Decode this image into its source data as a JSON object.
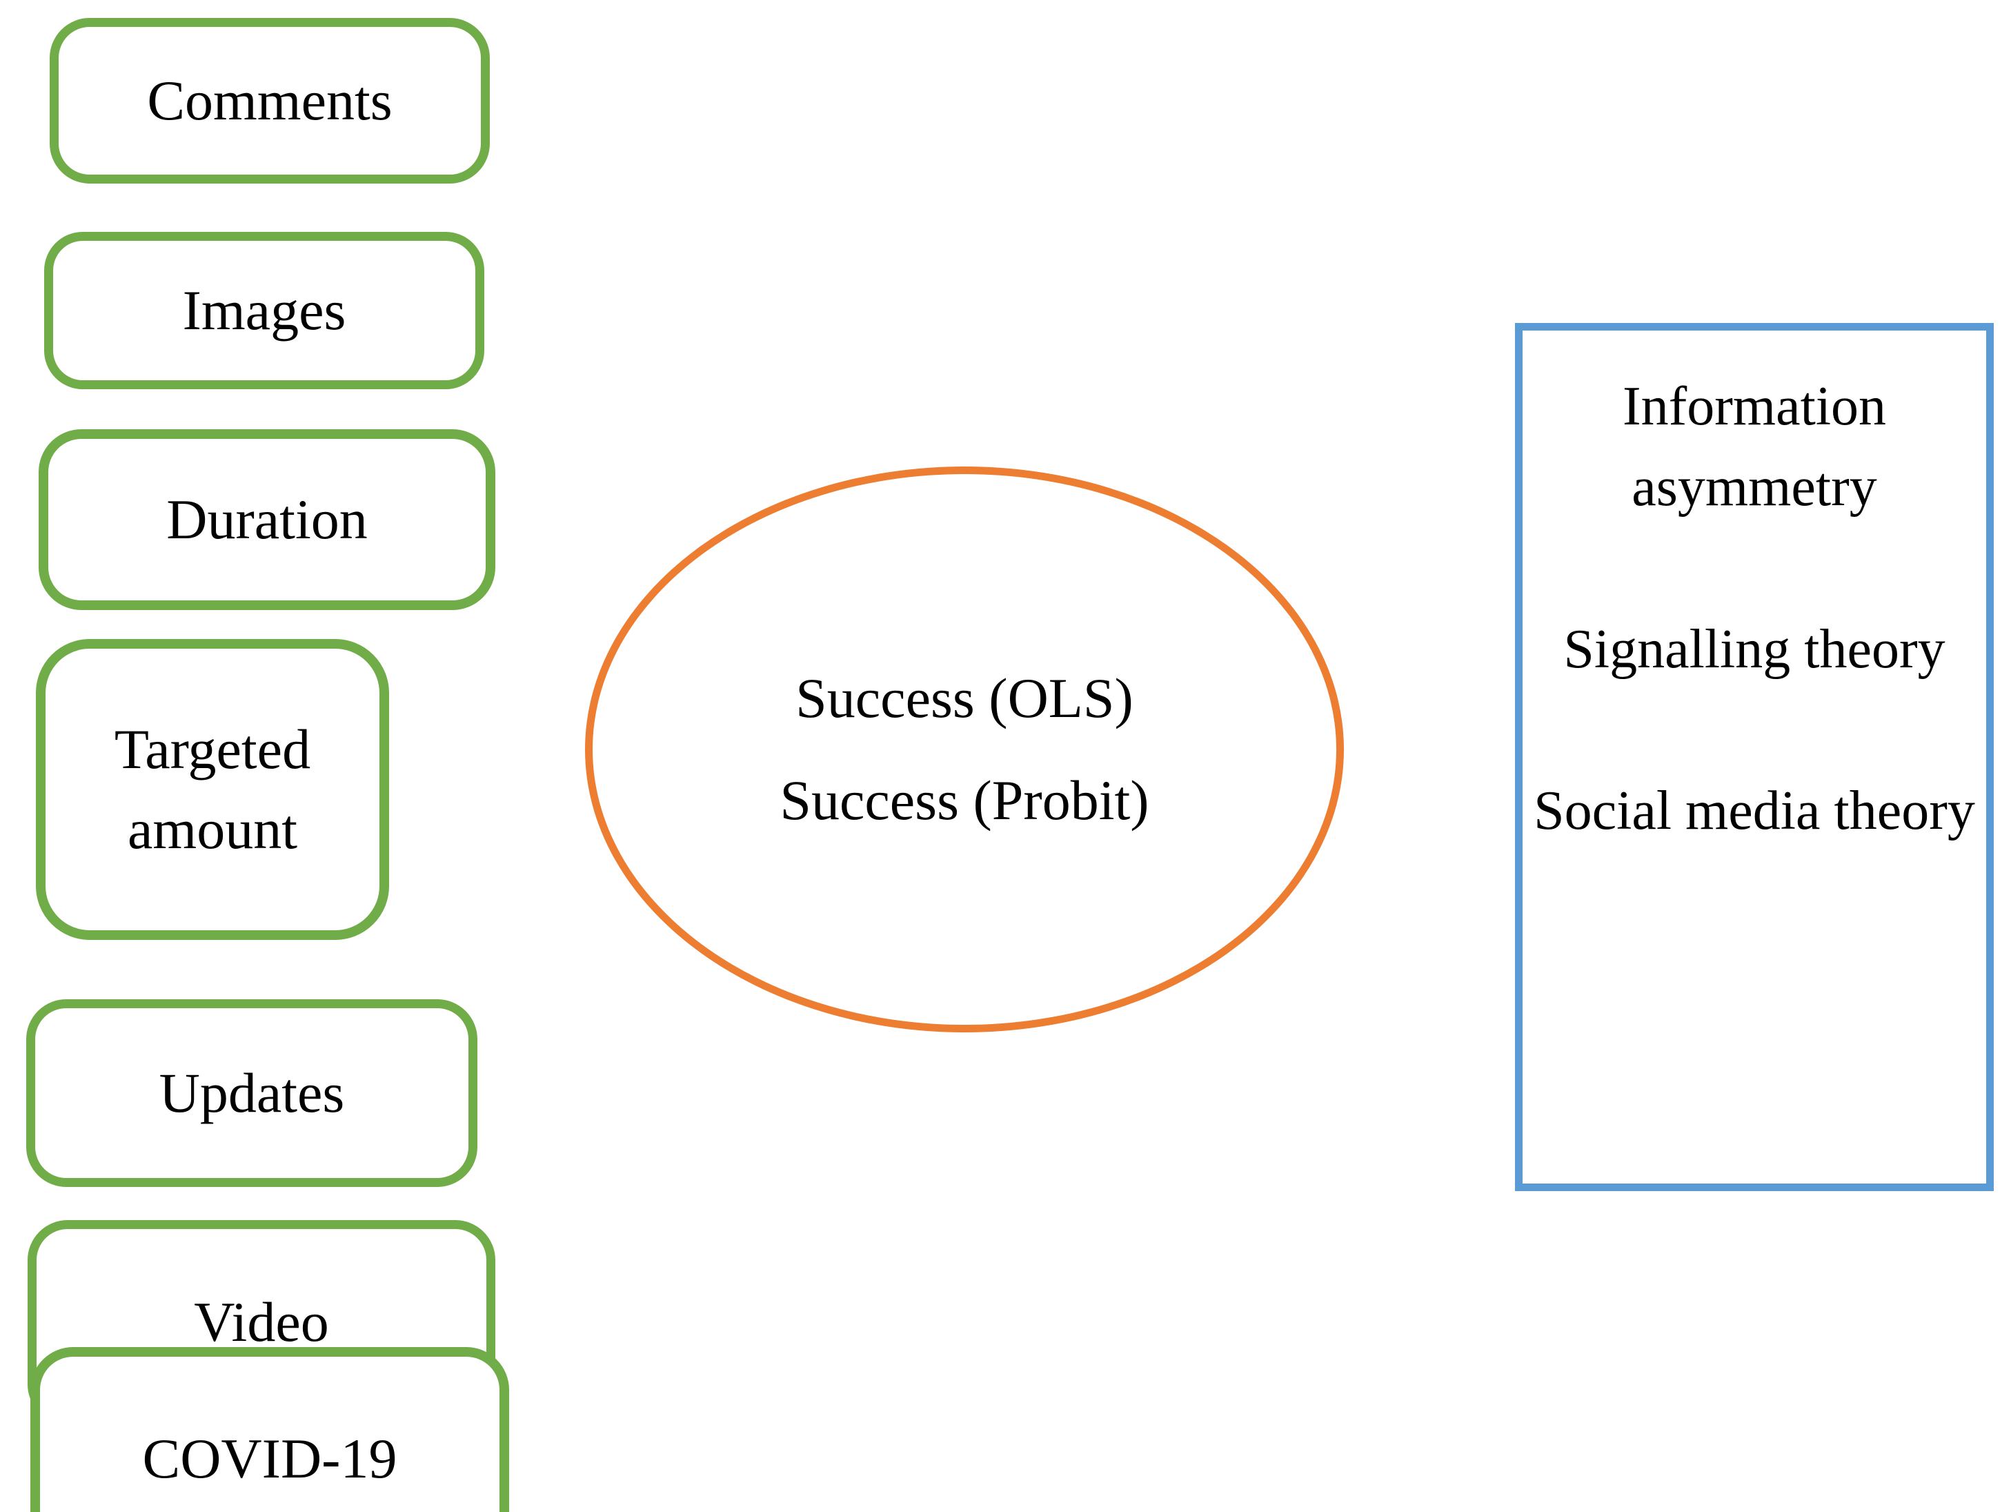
{
  "diagram": {
    "type": "conceptual-framework",
    "colors": {
      "independent_variable_border": "#70AC47",
      "dependent_variable_border": "#ED7D31",
      "theory_border": "#5B9BD5",
      "text": "#000000",
      "background": "#FFFFFF"
    },
    "independent_variables": [
      {
        "label": "Comments"
      },
      {
        "label": "Images"
      },
      {
        "label": "Duration"
      },
      {
        "label": "Targeted amount"
      },
      {
        "label": "Updates"
      },
      {
        "label": "Video"
      },
      {
        "label": "COVID-19"
      }
    ],
    "dependent_variable": {
      "lines": [
        "Success (OLS)",
        "Success (Probit)"
      ]
    },
    "theories": [
      "Information asymmetry",
      "Signalling theory",
      "Social media theory"
    ]
  }
}
